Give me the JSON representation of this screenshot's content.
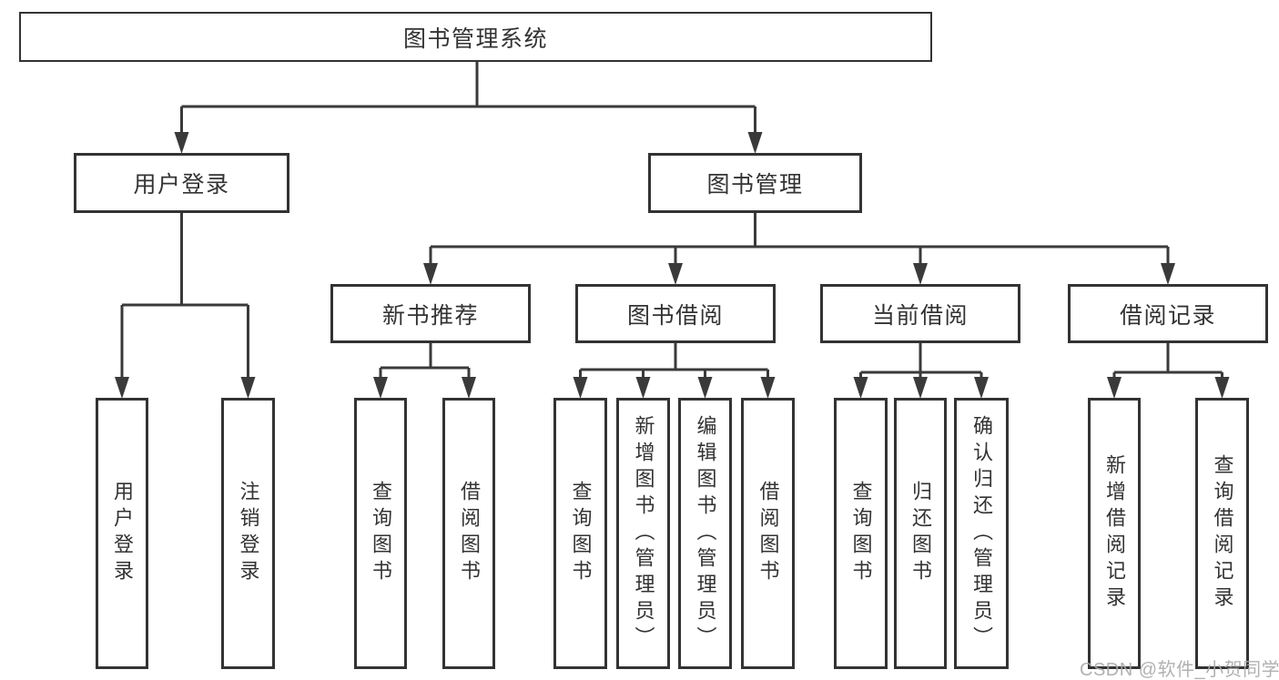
{
  "diagram": {
    "root": {
      "label": "图书管理系统"
    },
    "level2": [
      {
        "label": "用户登录"
      },
      {
        "label": "图书管理"
      }
    ],
    "level3": [
      {
        "label": "新书推荐",
        "parent": "图书管理"
      },
      {
        "label": "图书借阅",
        "parent": "图书管理"
      },
      {
        "label": "当前借阅",
        "parent": "图书管理"
      },
      {
        "label": "借阅记录",
        "parent": "图书管理"
      }
    ],
    "leaves": [
      {
        "label": "用户登录",
        "parent": "用户登录"
      },
      {
        "label": "注销登录",
        "parent": "用户登录"
      },
      {
        "label": "查询图书",
        "parent": "新书推荐"
      },
      {
        "label": "借阅图书",
        "parent": "新书推荐"
      },
      {
        "label": "查询图书",
        "parent": "图书借阅"
      },
      {
        "label": "新增图书（管理员）",
        "parent": "图书借阅"
      },
      {
        "label": "编辑图书（管理员）",
        "parent": "图书借阅"
      },
      {
        "label": "借阅图书",
        "parent": "图书借阅"
      },
      {
        "label": "查询图书",
        "parent": "当前借阅"
      },
      {
        "label": "归还图书",
        "parent": "当前借阅"
      },
      {
        "label": "确认归还（管理员）",
        "parent": "当前借阅"
      },
      {
        "label": "新增借阅记录",
        "parent": "借阅记录"
      },
      {
        "label": "查询借阅记录",
        "parent": "借阅记录"
      }
    ]
  },
  "watermark": {
    "text": "CSDN @软件_小贺同学"
  },
  "colors": {
    "line": "#3a3a3a",
    "box_border": "#333333",
    "text": "#333333",
    "watermark_text": "#a9a9a9",
    "background": "#ffffff"
  }
}
